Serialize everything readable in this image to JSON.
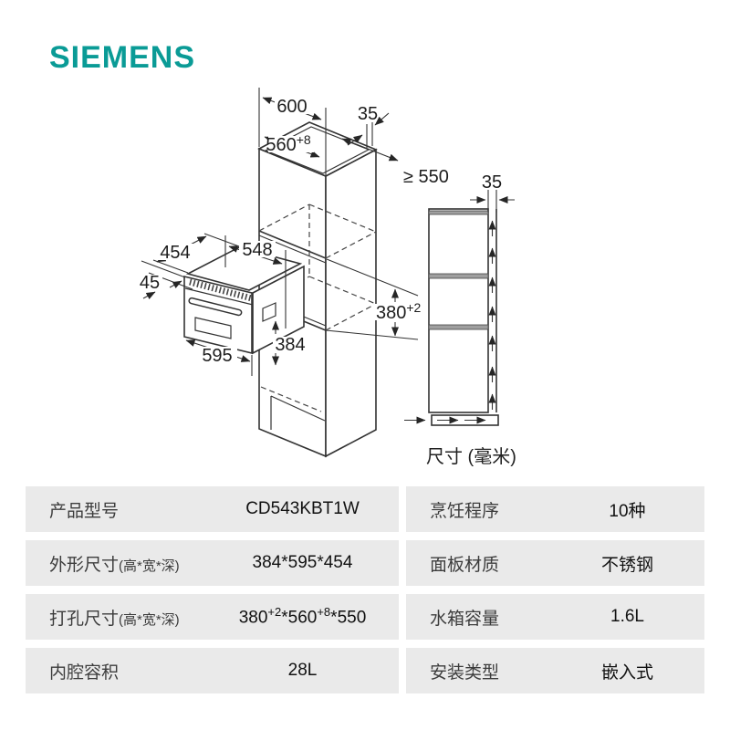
{
  "brand": {
    "logo": "SIEMENS",
    "color": "#0a9b96"
  },
  "diagram": {
    "units_label": "尺寸 (毫米)",
    "dims": {
      "cabinet_width": "600",
      "niche_width": "560",
      "niche_width_tol": "+8",
      "top_back_gap": "35",
      "niche_depth": "≥ 550",
      "oven_body_width": "548",
      "oven_depth": "454",
      "door_overhang": "45",
      "oven_height": "384",
      "oven_width": "595",
      "niche_height": "380",
      "niche_height_tol": "+2",
      "rear_vent_gap": "35"
    }
  },
  "spec_table": {
    "rows": [
      {
        "left": {
          "label": "产品型号",
          "value": "CD543KBT1W"
        },
        "right": {
          "label": "烹饪程序",
          "value": "10种"
        }
      },
      {
        "left": {
          "label": "外形尺寸",
          "label_suffix": "(高*宽*深)",
          "value": "384*595*454"
        },
        "right": {
          "label": "面板材质",
          "value": "不锈钢"
        }
      },
      {
        "left": {
          "label": "打孔尺寸",
          "label_suffix": "(高*宽*深)",
          "value_parts": {
            "v1": "380",
            "s1": "+2",
            "v2": "*560",
            "s2": "+8",
            "v3": "*550"
          }
        },
        "right": {
          "label": "水箱容量",
          "value": "1.6L"
        }
      },
      {
        "left": {
          "label": "内腔容积",
          "value": "28L"
        },
        "right": {
          "label": "安装类型",
          "value": "嵌入式"
        }
      }
    ]
  }
}
